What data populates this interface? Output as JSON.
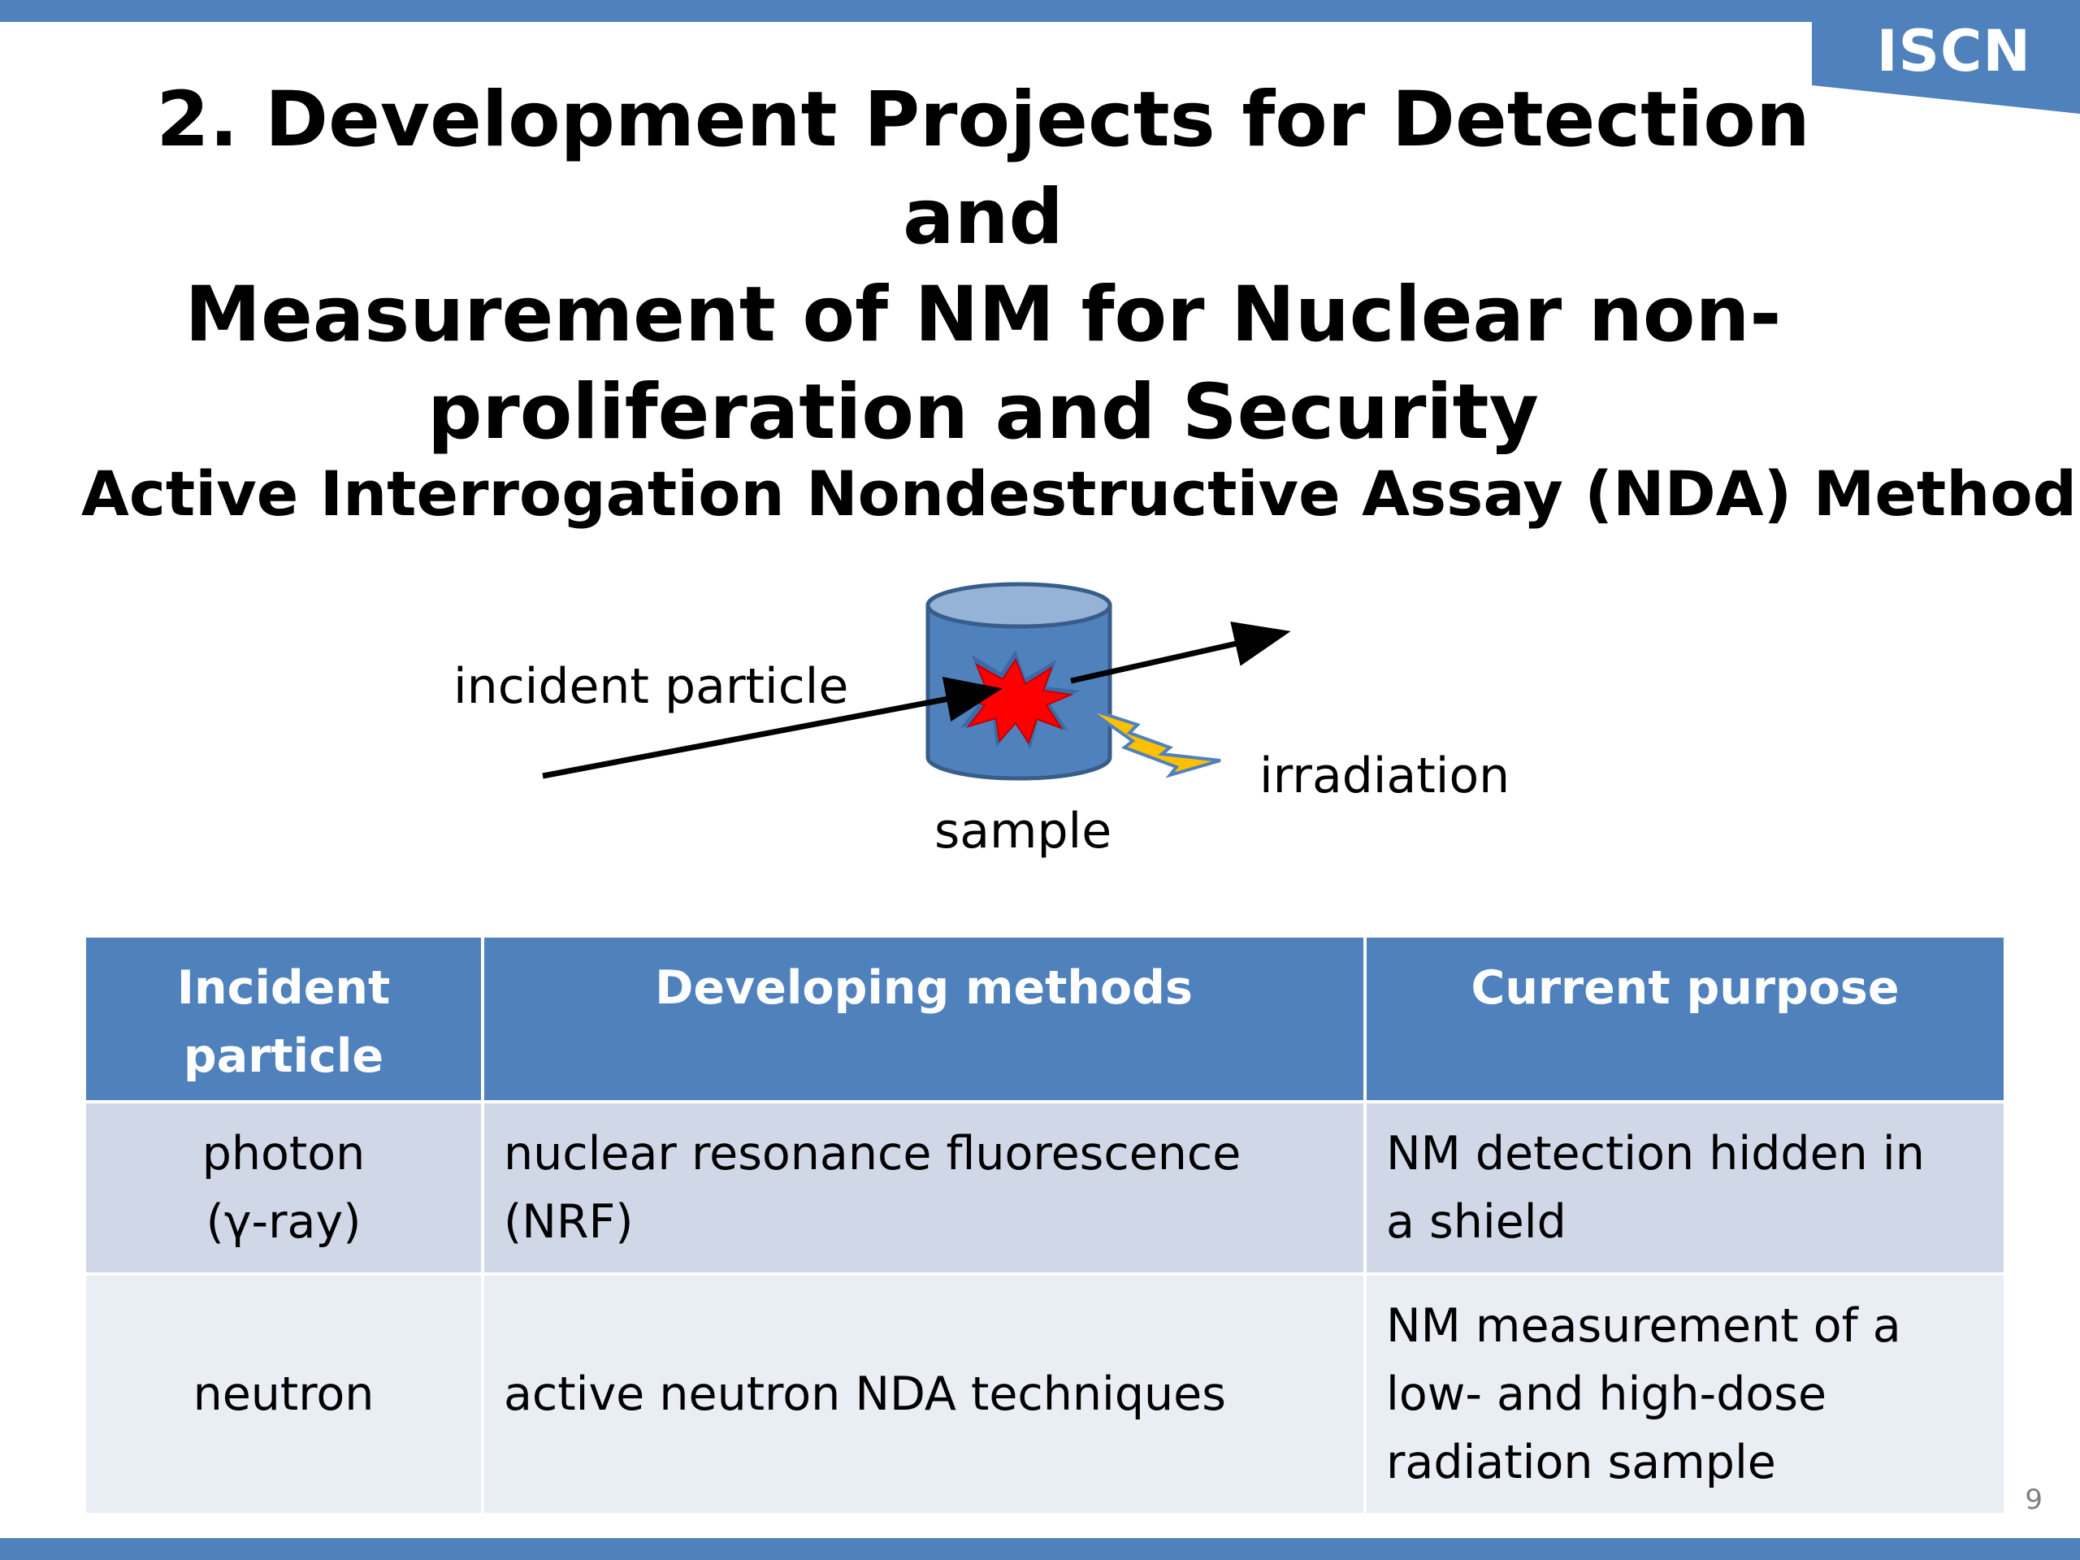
{
  "colors": {
    "accent": "#4f81bd",
    "row_light": "#d0d8e8",
    "row_lighter": "#e9edf4",
    "burst": "#ff0000",
    "lightning": "#ffc000"
  },
  "logo": {
    "text": "ISCN"
  },
  "title": {
    "line1": "2. Development Projects for Detection and",
    "line2": "Measurement of NM for Nuclear non-",
    "line3": "proliferation and Security"
  },
  "subtitle": "Active Interrogation Nondestructive Assay (NDA) Methods",
  "diagram": {
    "incident_label": "incident particle",
    "irradiation_label": "irradiation",
    "sample_label": "sample"
  },
  "table": {
    "headers": {
      "col1_line1": "Incident",
      "col1_line2": "particle",
      "col2": "Developing methods",
      "col3": "Current purpose"
    },
    "rows": [
      {
        "particle_line1": "photon",
        "particle_line2": "(γ-ray)",
        "method_line1": "nuclear resonance fluorescence",
        "method_line2": "(NRF)",
        "purpose_line1": "NM detection hidden in",
        "purpose_line2": "a shield"
      },
      {
        "particle": "neutron",
        "method": "active neutron NDA techniques",
        "purpose_line1": "NM measurement of a",
        "purpose_line2": "low- and high-dose",
        "purpose_line3": "radiation sample"
      }
    ]
  },
  "page_number": "9"
}
